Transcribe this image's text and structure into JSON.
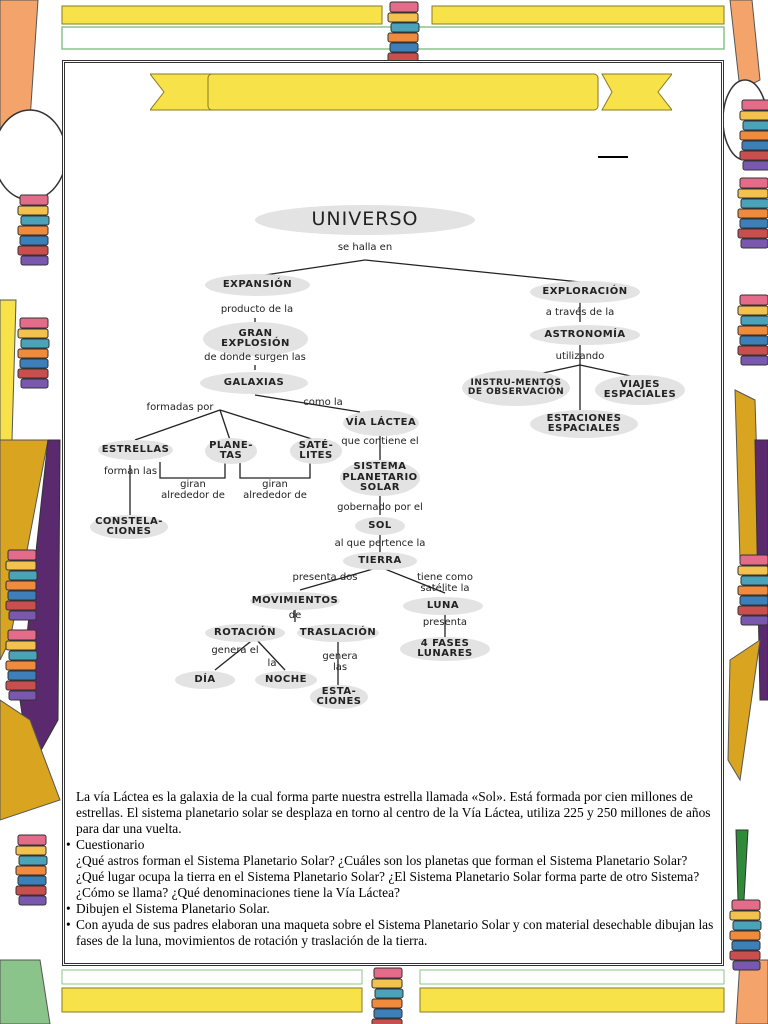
{
  "concept_map": {
    "universe": "UNIVERSO",
    "link_se_halla_en": "se halla en",
    "expansion": "EXPANSIÓN",
    "exploracion": "EXPLORACIÓN",
    "link_producto_de_la": "producto de la",
    "gran_explosion": "GRAN EXPLOSIÓN",
    "link_de_donde_surgen_las": "de donde surgen las",
    "galaxias": "GALAXIAS",
    "link_formadas_por": "formadas por",
    "link_como_la": "como la",
    "estrellas": "ESTRELLAS",
    "planetas": "PLANE-TAS",
    "satelites": "SATÉ-LITES",
    "via_lactea": "VÍA LÁCTEA",
    "link_forman_las": "forman las",
    "constelaciones": "CONSTELA-CIONES",
    "link_giran_alrededor_de_1": "giran alrededor de",
    "link_giran_alrededor_de_2": "giran alrededor de",
    "link_que_contiene_el": "que contiene el",
    "sistema_planetario_solar": "SISTEMA PLANETARIO SOLAR",
    "link_gobernado_por_el": "gobernado por el",
    "sol": "SOL",
    "link_al_que_pertence_la": "al que pertence la",
    "tierra": "TIERRA",
    "link_presenta_dos": "presenta dos",
    "link_tiene_como_satelite_la": "tiene como satélite la",
    "movimientos": "MOVIMIENTOS",
    "link_de": "de",
    "luna": "LUNA",
    "link_presenta": "presenta",
    "fases_lunares": "4 FASES LUNARES",
    "rotacion": "ROTACIÓN",
    "traslacion": "TRASLACIÓN",
    "link_genera_el": "genera el",
    "link_genera_la": "la",
    "link_genera_las": "genera las",
    "dia": "DÍA",
    "noche": "NOCHE",
    "estaciones": "ESTA-CIONES",
    "link_a_traves_de_la": "a través de la",
    "astronomia": "ASTRONOMÍA",
    "link_utilizando": "utilizando",
    "instrumentos": "INSTRU-MENTOS DE OBSERVACIÓN",
    "viajes": "VIAJES ESPACIALES",
    "estaciones_espaciales": "ESTACIONES ESPACIALES"
  },
  "text": {
    "paragraph": "La vía Láctea es la galaxia de la cual forma parte nuestra estrella llamada «Sol». Está formada por cien millones de estrellas. El sistema planetario solar  se desplaza en torno al centro de la Vía Láctea, utiliza 225 y 250 millones de años para dar una vuelta.",
    "bullet_1_title": "Cuestionario",
    "bullet_1_body": "¿Qué astros forman el Sistema Planetario Solar? ¿Cuáles son los planetas que forman el Sistema Planetario Solar? ¿Qué lugar ocupa la tierra en el Sistema Planetario Solar? ¿El Sistema Planetario Solar forma parte de otro Sistema? ¿Cómo se llama? ¿Qué denominaciones tiene la Vía Láctea?",
    "bullet_2": "Dibujen el Sistema Planetario Solar.",
    "bullet_3": "Con ayuda de sus padres elaboran una maqueta sobre el Sistema Planetario Solar y con material desechable dibujan las fases de la luna, movimientos de rotación y traslación de la tierra."
  },
  "colors": {
    "ribbon": "#f7e24a",
    "orange_stripe": "#f4a46a",
    "purple_stripe": "#5b2a6e",
    "gold_stripe": "#d9a520",
    "green_stripe": "#8bc48a"
  }
}
